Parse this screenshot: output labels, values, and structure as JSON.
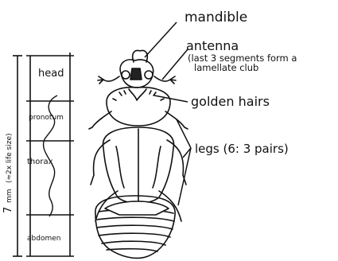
{
  "labels": {
    "mandible": "mandible",
    "antenna": "antenna",
    "antenna_note_1": "(last 3 segments form a",
    "antenna_note_2": "lamellate club",
    "golden_hairs": "golden hairs",
    "legs": "legs (6: 3 pairs)",
    "head": "head",
    "pronotum": "pronotum",
    "thorax": "thorax",
    "abdomen": "abdomen",
    "scale_value": "7",
    "scale_unit": "mm",
    "life_size": "(≈2x life size)"
  },
  "colors": {
    "ink": "#111111",
    "paper": "#ffffff"
  }
}
